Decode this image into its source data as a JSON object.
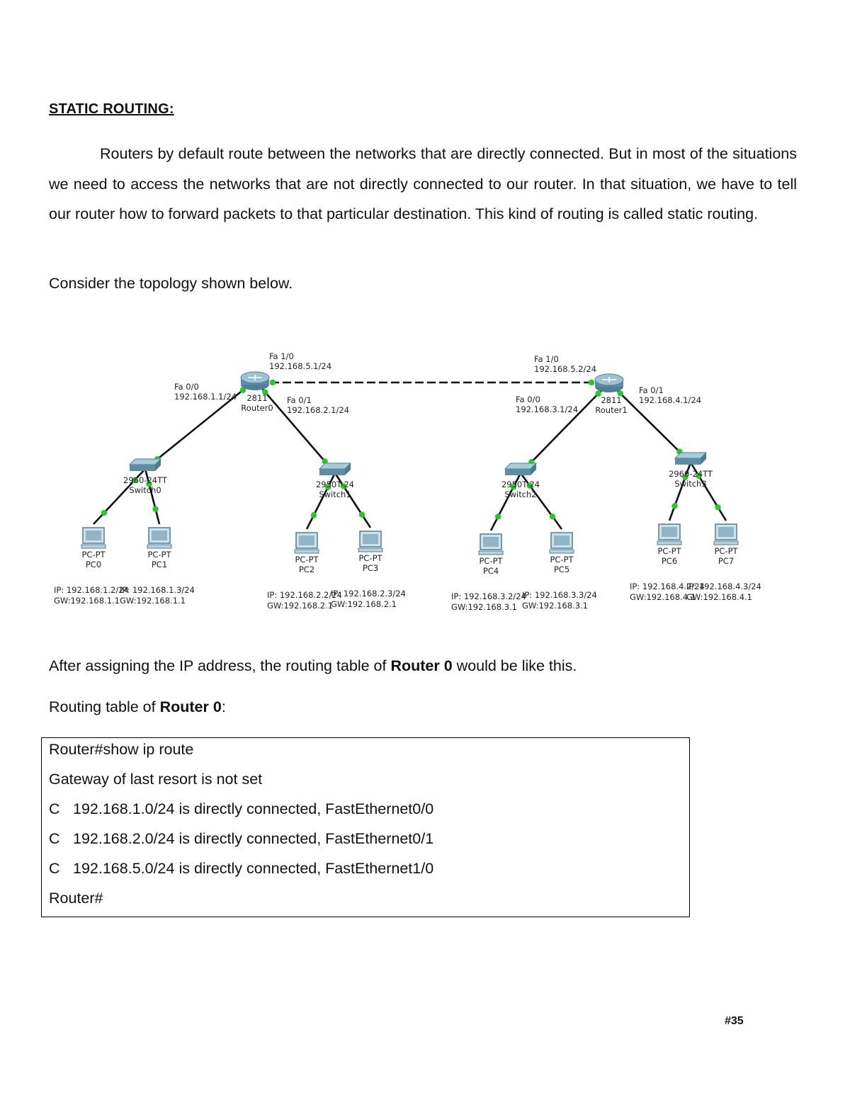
{
  "heading": "STATIC ROUTING:",
  "intro_paragraph": "Routers by default route between the networks that are directly connected. But in most of the situations we need to access the networks that are not directly connected to our router. In that situation, we have to tell our router how to forward packets to that particular destination. This kind of routing is called static routing.",
  "consider_text": "Consider the topology shown below.",
  "topology": {
    "routers": [
      {
        "model": "2811",
        "name": "Router0"
      },
      {
        "model": "2811",
        "name": "Router1"
      }
    ],
    "interfaces": [
      {
        "name": "Fa 1/0",
        "ip": "192.168.5.1/24"
      },
      {
        "name": "Fa 1/0",
        "ip": "192.168.5.2/24"
      },
      {
        "name": "Fa 0/0",
        "ip": "192.168.1.1/24"
      },
      {
        "name": "Fa 0/1",
        "ip": "192.168.2.1/24"
      },
      {
        "name": "Fa 0/0",
        "ip": "192.168.3.1/24"
      },
      {
        "name": "Fa 0/1",
        "ip": "192.168.4.1/24"
      }
    ],
    "switches": [
      {
        "model": "2960-24TT",
        "name": "Switch0"
      },
      {
        "model": "2950T-24",
        "name": "Switch1"
      },
      {
        "model": "2950T-24",
        "name": "Switch2"
      },
      {
        "model": "2960-24TT",
        "name": "Switch3"
      }
    ],
    "pcs": [
      {
        "type": "PC-PT",
        "name": "PC0",
        "ip": "IP: 192.168.1.2/24",
        "gw": "GW:192.168.1.1"
      },
      {
        "type": "PC-PT",
        "name": "PC1",
        "ip": "IP: 192.168.1.3/24",
        "gw": "GW:192.168.1.1"
      },
      {
        "type": "PC-PT",
        "name": "PC2",
        "ip": "IP: 192.168.2.2/24",
        "gw": "GW:192.168.2.1"
      },
      {
        "type": "PC-PT",
        "name": "PC3",
        "ip": "IP: 192.168.2.3/24",
        "gw": "GW:192.168.2.1"
      },
      {
        "type": "PC-PT",
        "name": "PC4",
        "ip": "IP: 192.168.3.2/24",
        "gw": "GW:192.168.3.1"
      },
      {
        "type": "PC-PT",
        "name": "PC5",
        "ip": "IP: 192.168.3.3/24",
        "gw": "GW:192.168.3.1"
      },
      {
        "type": "PC-PT",
        "name": "PC6",
        "ip": "IP: 192.168.4.2/24",
        "gw": "GW:192.168.4.1"
      },
      {
        "type": "PC-PT",
        "name": "PC7",
        "ip": "IP: 192.168.4.3/24",
        "gw": "GW:192.168.4.1"
      }
    ]
  },
  "after_text": {
    "before": "After assigning the IP address, the routing table of ",
    "bold": "Router 0",
    "after": " would be like this."
  },
  "rt_label": {
    "before": "Routing table of ",
    "bold": "Router 0",
    "after": ":"
  },
  "cli": {
    "command": "Router#show ip route",
    "gateway": "Gateway of last resort is not set",
    "routes": [
      {
        "code": "C",
        "text": "192.168.1.0/24 is directly connected, FastEthernet0/0"
      },
      {
        "code": "C",
        "text": "192.168.2.0/24 is directly connected, FastEthernet0/1"
      },
      {
        "code": "C",
        "text": "192.168.5.0/24 is directly connected, FastEthernet1/0"
      }
    ],
    "prompt": "Router#"
  },
  "page_number": "#35",
  "colors": {
    "link": "#111111",
    "port_dot": "#22cc22",
    "device": "#6e9bb0"
  }
}
